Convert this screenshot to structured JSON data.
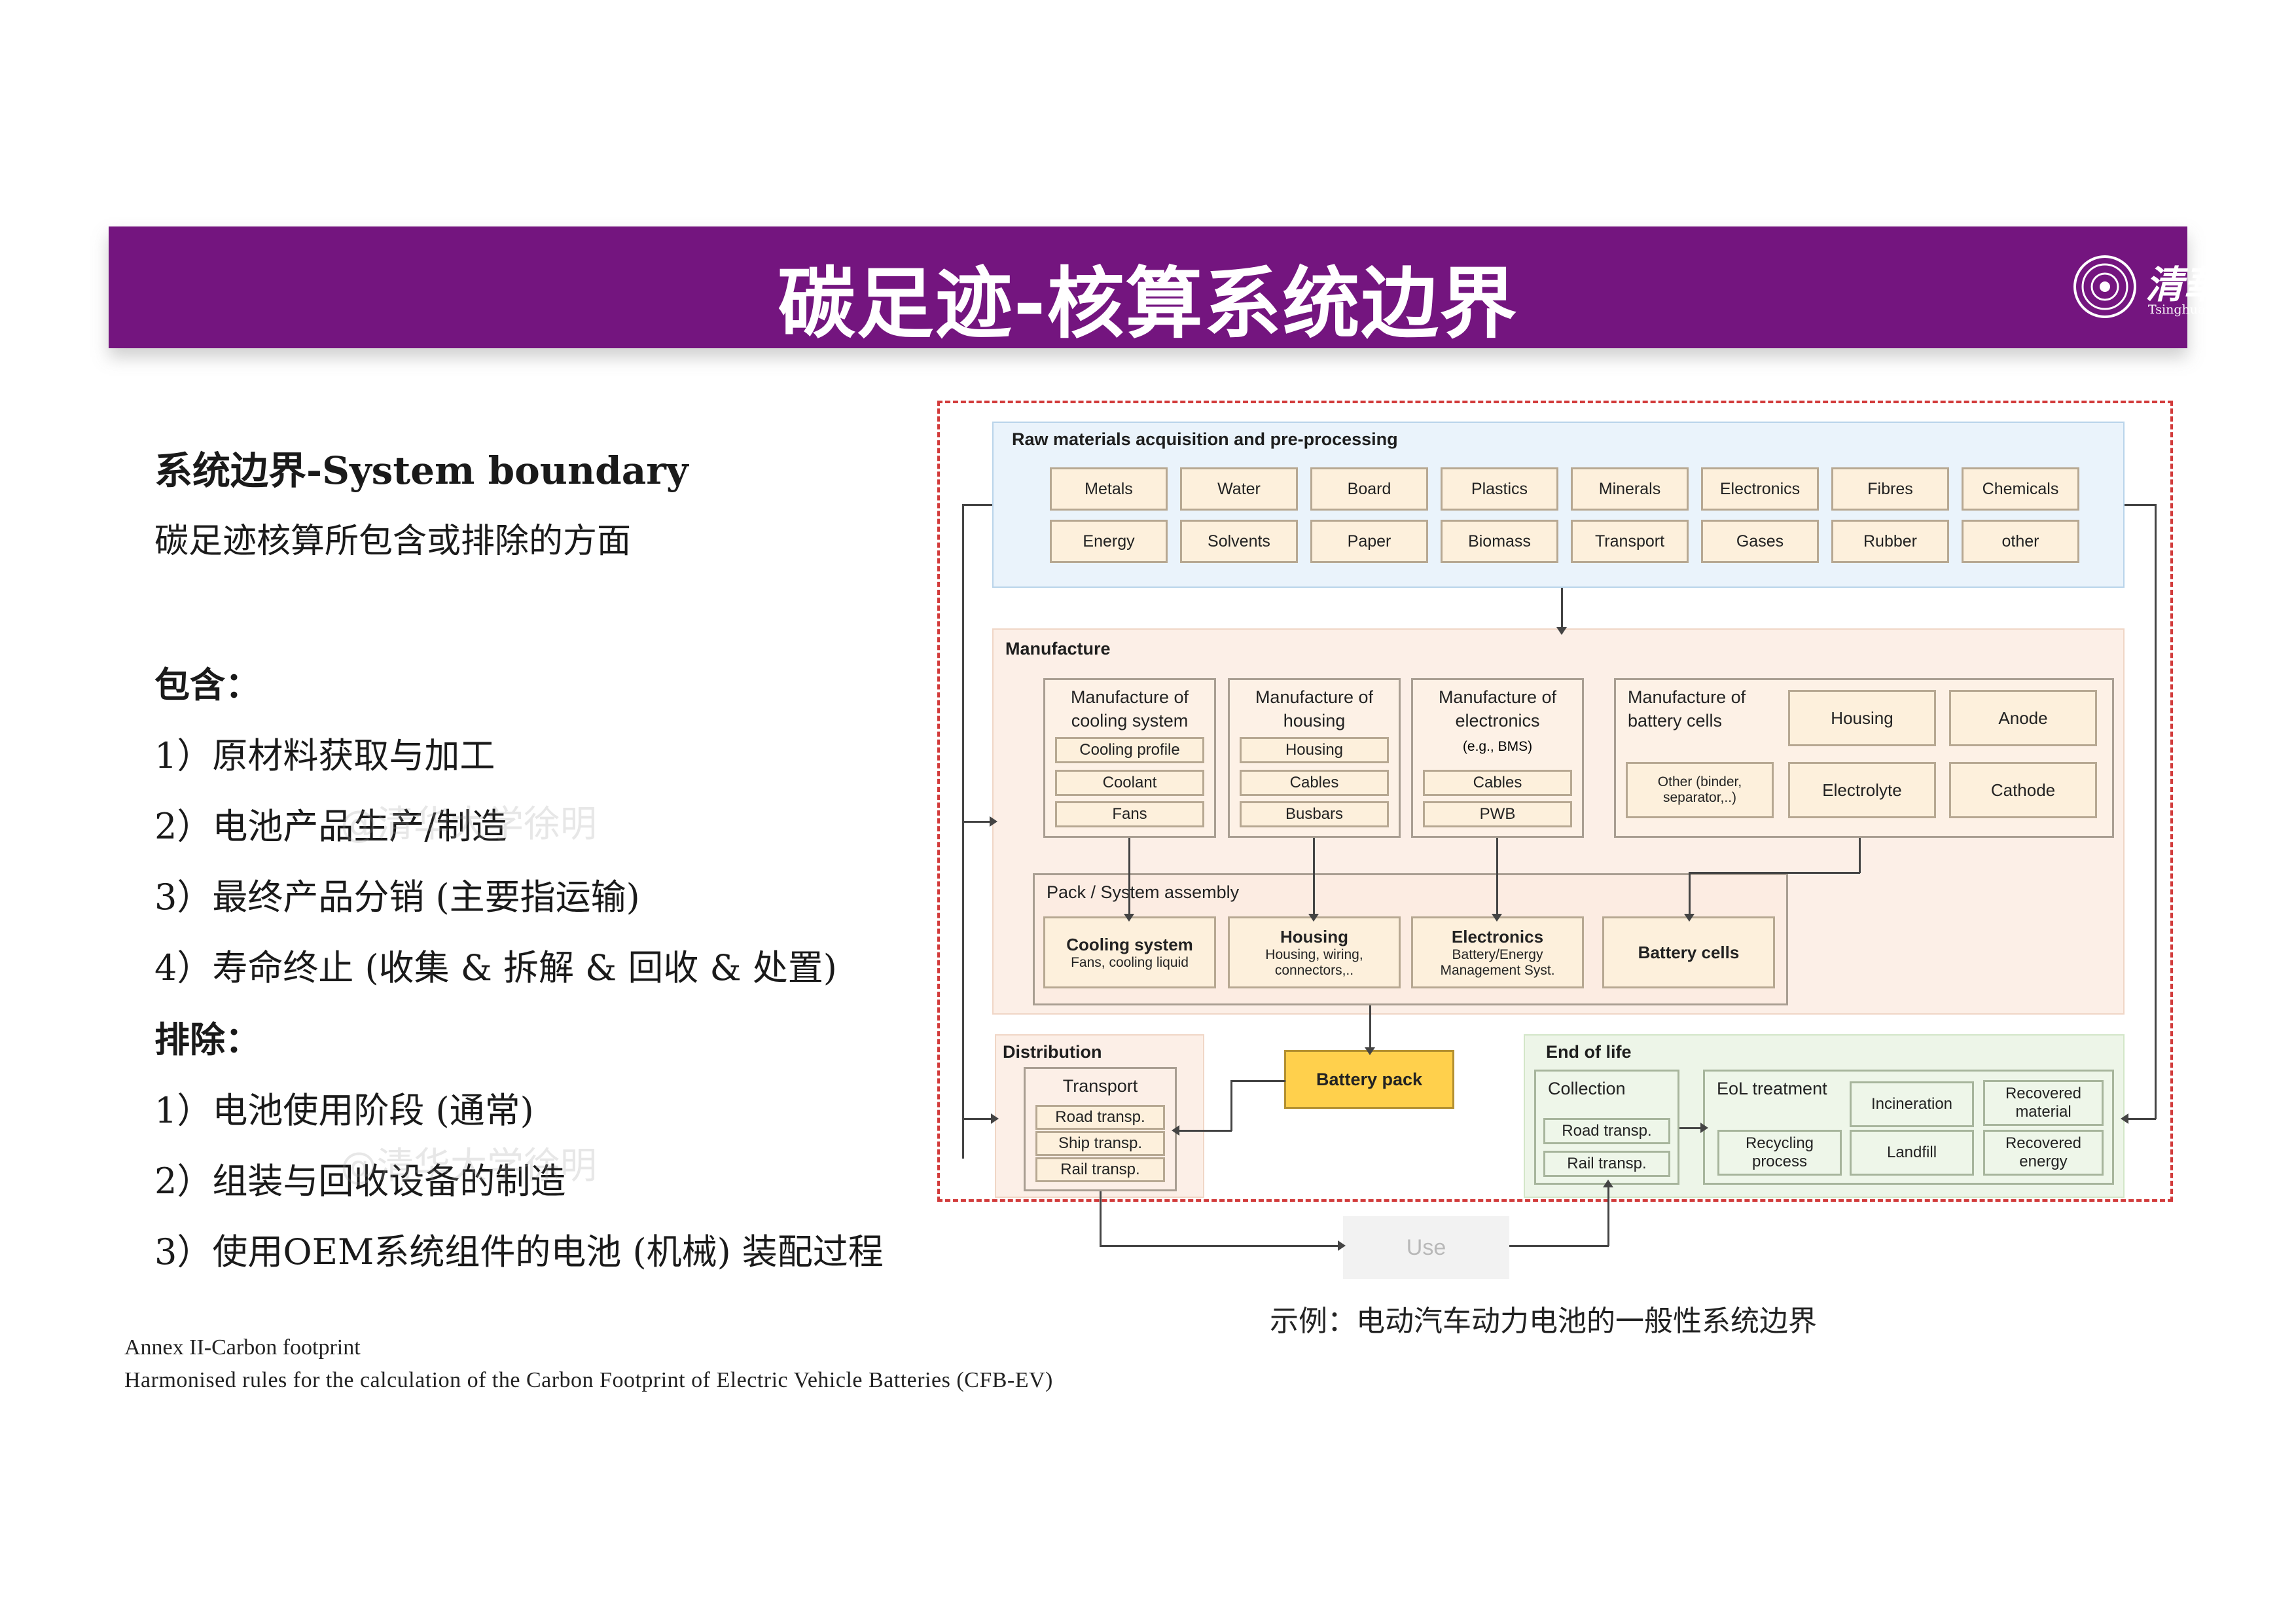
{
  "header": {
    "title": "碳足迹-核算系统边界",
    "logo_cn": "清華大學",
    "logo_en": "Tsinghua University",
    "color": "#74157f"
  },
  "left": {
    "heading": "系统边界-System boundary",
    "subheading": "碳足迹核算所包含或排除的方面",
    "include_label": "包含：",
    "include_items": [
      "1）原材料获取与加工",
      "2）电池产品生产/制造",
      "3）最终产品分销 (主要指运输)",
      "4）寿命终止 (收集 & 拆解 & 回收 & 处置)"
    ],
    "exclude_label": "排除：",
    "exclude_items": [
      "1）电池使用阶段 (通常)",
      "2）组装与回收设备的制造",
      "3）使用OEM系统组件的电池 (机械) 装配过程"
    ],
    "watermark": "@清华大学徐明"
  },
  "diagram": {
    "raw": {
      "title": "Raw materials acquisition and pre-processing",
      "row1": [
        "Metals",
        "Water",
        "Board",
        "Plastics",
        "Minerals",
        "Electronics",
        "Fibres",
        "Chemicals"
      ],
      "row2": [
        "Energy",
        "Solvents",
        "Paper",
        "Biomass",
        "Transport",
        "Gases",
        "Rubber",
        "other"
      ]
    },
    "manufacture": {
      "title": "Manufacture",
      "cooling": {
        "title": "Manufacture of cooling system",
        "items": [
          "Cooling profile",
          "Coolant",
          "Fans"
        ]
      },
      "housing": {
        "title": "Manufacture of housing",
        "items": [
          "Housing",
          "Cables",
          "Busbars"
        ]
      },
      "electronics": {
        "title": "Manufacture of electronics",
        "note": "(e.g., BMS)",
        "items": [
          "Cables",
          "PWB"
        ]
      },
      "cells": {
        "title": "Manufacture of battery cells",
        "items": [
          "Housing",
          "Anode",
          "Other (binder, separator,..)",
          "Electrolyte",
          "Cathode"
        ]
      },
      "pack": {
        "title": "Pack / System assembly",
        "items": [
          {
            "title": "Cooling system",
            "sub": "Fans, cooling liquid"
          },
          {
            "title": "Housing",
            "sub": "Housing, wiring, connectors,.."
          },
          {
            "title": "Electronics",
            "sub": "Battery/Energy Management Syst."
          },
          {
            "title": "Battery cells",
            "sub": ""
          }
        ]
      }
    },
    "battery_pack": "Battery pack",
    "distribution": {
      "title": "Distribution",
      "transport": "Transport",
      "items": [
        "Road transp.",
        "Ship transp.",
        "Rail transp."
      ]
    },
    "eol": {
      "title": "End of life",
      "collection": "Collection",
      "collection_items": [
        "Road transp.",
        "Rail transp."
      ],
      "treatment": "EoL treatment",
      "treatment_items": [
        "Incineration",
        "Recycling process",
        "Landfill"
      ],
      "recovered": [
        "Recovered material",
        "Recovered energy"
      ]
    },
    "use": "Use"
  },
  "caption": "示例：电动汽车动力电池的一般性系统边界",
  "reference": {
    "line1": "Annex II-Carbon footprint",
    "line2": "Harmonised rules for the calculation of the Carbon Footprint of Electric Vehicle Batteries (CFB-EV)"
  }
}
